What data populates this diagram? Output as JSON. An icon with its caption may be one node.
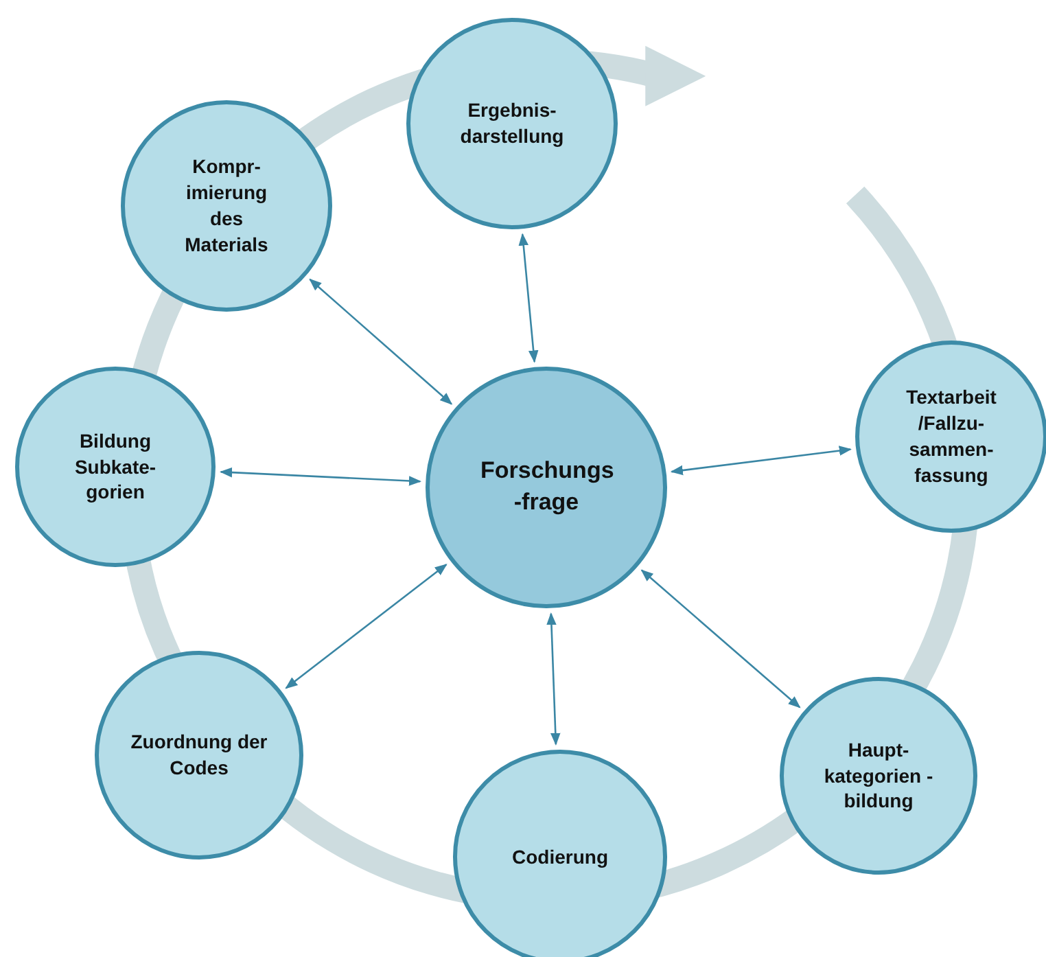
{
  "diagram": {
    "nodes": [
      {
        "text": [
          "Forschungs -frage"
        ]
      },
      {
        "text": [
          "Ergebnis- darstellung"
        ]
      },
      {
        "text": [
          "Textarbeit /Fallzu- sammen- fassung"
        ]
      },
      {
        "text": [
          "Haupt- kategorien -bildung"
        ]
      },
      {
        "text": [
          "Codierung"
        ]
      },
      {
        "text": [
          "Zuordnung der Codes"
        ]
      },
      {
        "text": [
          "Bildung Subkate- gorien"
        ]
      },
      {
        "text": [
          "Kompr- imierung des Materials"
        ]
      }
    ],
    "edges": [
      {
        "from": 0,
        "to": 1,
        "arrow": "both"
      },
      {
        "from": 0,
        "to": 2,
        "arrow": "both"
      },
      {
        "from": 0,
        "to": 3,
        "arrow": "both"
      },
      {
        "from": 0,
        "to": 4,
        "arrow": "both"
      },
      {
        "from": 0,
        "to": 5,
        "arrow": "both"
      },
      {
        "from": 0,
        "to": 6,
        "arrow": "both"
      },
      {
        "from": 0,
        "to": 7,
        "arrow": "both"
      }
    ]
  }
}
